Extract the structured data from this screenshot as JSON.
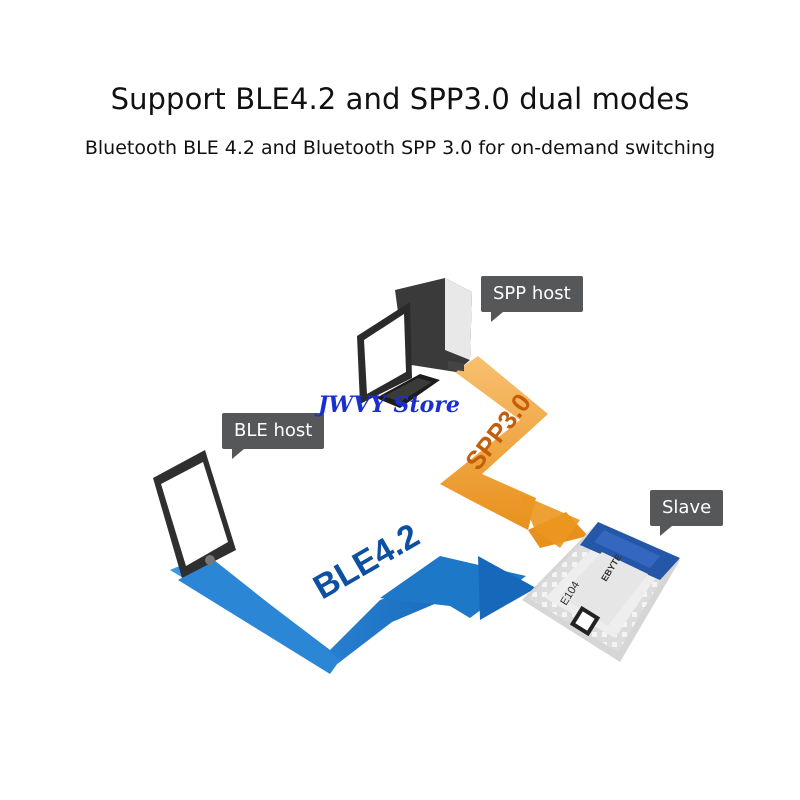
{
  "title": "Support BLE4.2 and SPP3.0 dual modes",
  "subtitle": "Bluetooth BLE 4.2 and Bluetooth SPP 3.0 for on-demand switching",
  "labels": {
    "spp_host": "SPP host",
    "ble_host": "BLE host",
    "slave": "Slave"
  },
  "arrows": {
    "spp": "SPP3.0",
    "ble": "BLE4.2"
  },
  "module": {
    "model": "E104",
    "brand": "EBYTE"
  },
  "watermark": "JWVY Store",
  "colors": {
    "ble_arrow": "#1e78c8",
    "spp_arrow": "#f0a030",
    "label_bg": "#555759",
    "module_blue": "#2457a8"
  }
}
